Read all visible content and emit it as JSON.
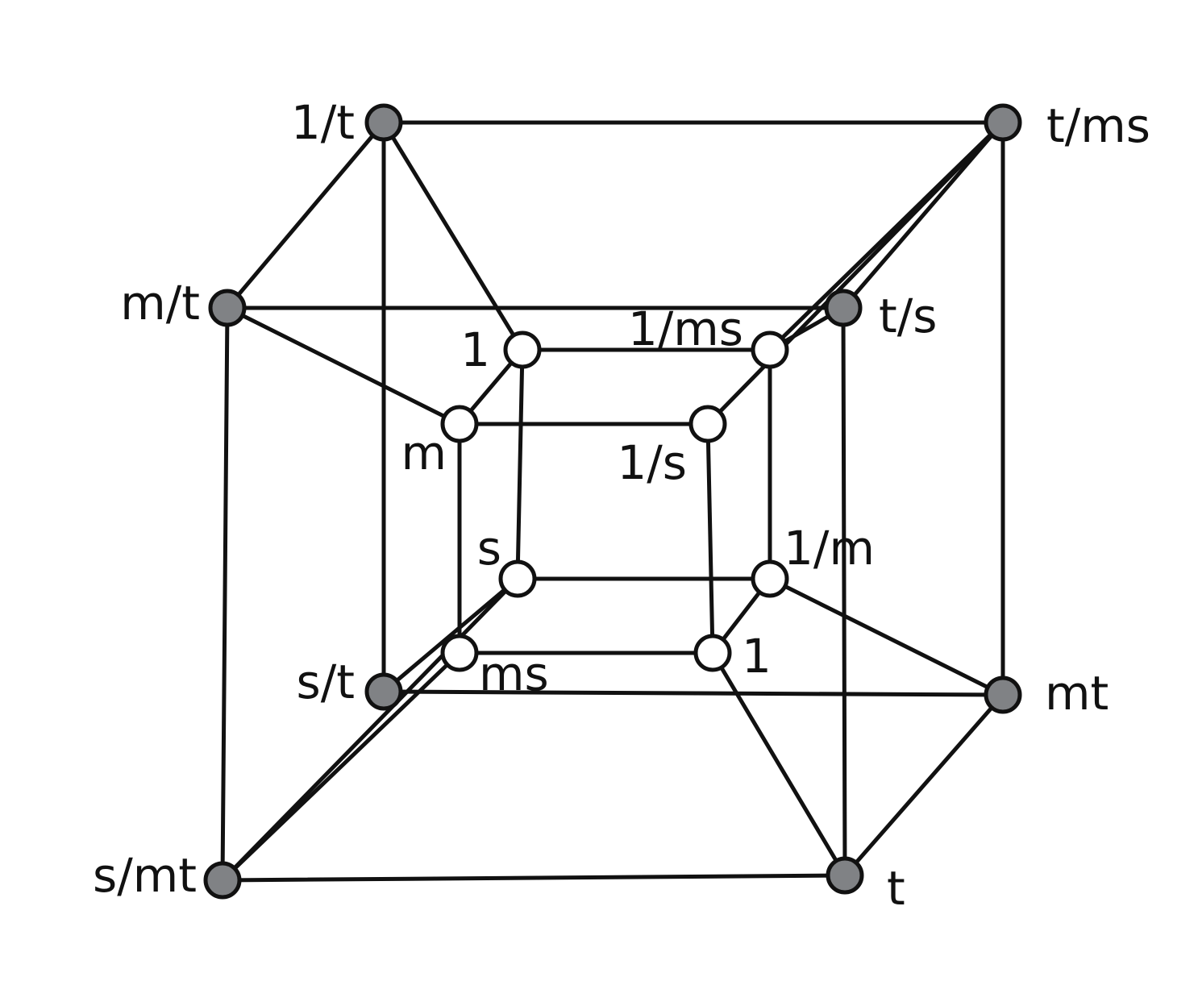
{
  "colors": {
    "outer_node_fill": "#808285",
    "inner_node_fill": "#ffffff",
    "stroke": "#111111"
  },
  "nodes": [
    {
      "id": "o1",
      "label": "1/t",
      "kind": "outer"
    },
    {
      "id": "o2",
      "label": "t/ms",
      "kind": "outer"
    },
    {
      "id": "o3",
      "label": "m/t",
      "kind": "outer"
    },
    {
      "id": "o4",
      "label": "t/s",
      "kind": "outer"
    },
    {
      "id": "o5",
      "label": "s/t",
      "kind": "outer"
    },
    {
      "id": "o6",
      "label": "mt",
      "kind": "outer"
    },
    {
      "id": "o7",
      "label": "s/mt",
      "kind": "outer"
    },
    {
      "id": "o8",
      "label": "t",
      "kind": "outer"
    },
    {
      "id": "i1",
      "label": "1",
      "kind": "inner"
    },
    {
      "id": "i2",
      "label": "1/ms",
      "kind": "inner"
    },
    {
      "id": "i3",
      "label": "m",
      "kind": "inner"
    },
    {
      "id": "i4",
      "label": "1/s",
      "kind": "inner"
    },
    {
      "id": "i5",
      "label": "s",
      "kind": "inner"
    },
    {
      "id": "i6",
      "label": "1/m",
      "kind": "inner"
    },
    {
      "id": "i7",
      "label": "ms",
      "kind": "inner"
    },
    {
      "id": "i8",
      "label": "1",
      "kind": "inner"
    }
  ],
  "edges": [
    [
      "o1",
      "o2"
    ],
    [
      "o1",
      "o3"
    ],
    [
      "o1",
      "o5"
    ],
    [
      "o1",
      "i1"
    ],
    [
      "o2",
      "o4"
    ],
    [
      "o2",
      "o6"
    ],
    [
      "o2",
      "i2"
    ],
    [
      "o2",
      "i4"
    ],
    [
      "o3",
      "o4"
    ],
    [
      "o3",
      "o7"
    ],
    [
      "o3",
      "i3"
    ],
    [
      "o4",
      "o8"
    ],
    [
      "o4",
      "i2"
    ],
    [
      "o5",
      "o6"
    ],
    [
      "o5",
      "i5"
    ],
    [
      "o6",
      "o8"
    ],
    [
      "o6",
      "i6"
    ],
    [
      "o7",
      "o8"
    ],
    [
      "o7",
      "i5"
    ],
    [
      "o7",
      "i7"
    ],
    [
      "o8",
      "i8"
    ],
    [
      "i1",
      "i2"
    ],
    [
      "i1",
      "i3"
    ],
    [
      "i1",
      "i5"
    ],
    [
      "i2",
      "i6"
    ],
    [
      "i3",
      "i4"
    ],
    [
      "i3",
      "i7"
    ],
    [
      "i4",
      "i8"
    ],
    [
      "i5",
      "i6"
    ],
    [
      "i6",
      "i8"
    ],
    [
      "i7",
      "i8"
    ]
  ]
}
